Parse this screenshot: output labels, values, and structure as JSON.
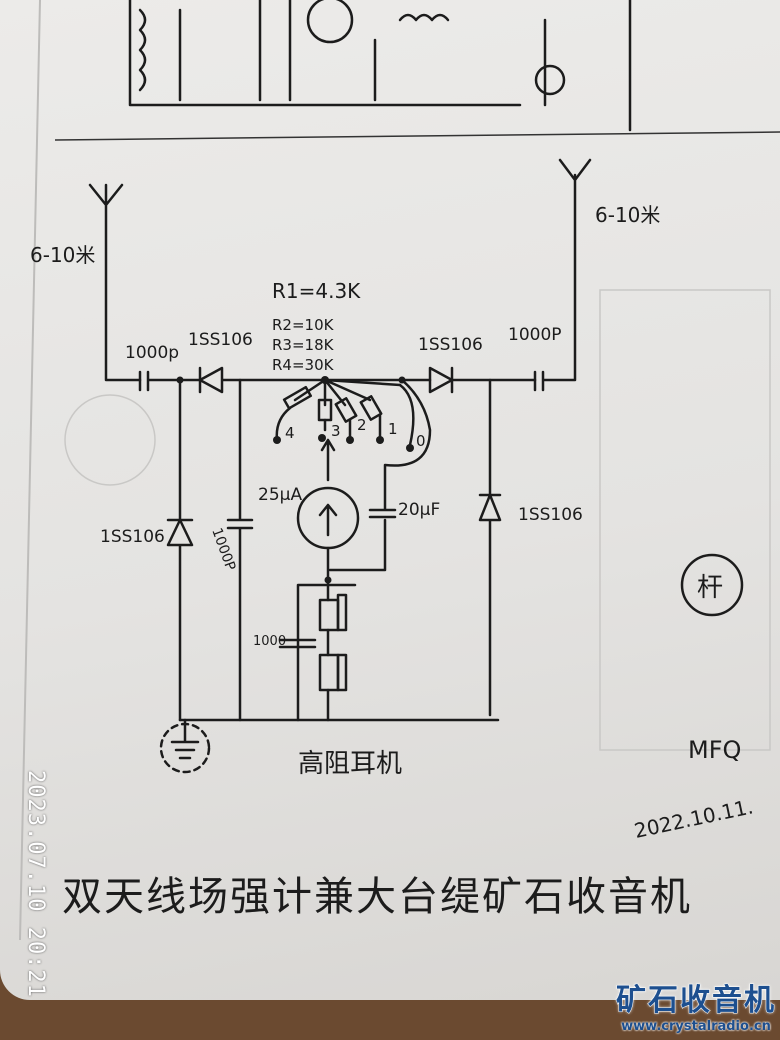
{
  "diagram": {
    "antenna_left_length": "6-10米",
    "antenna_right_length": "6-10米",
    "cap_left": "1000p",
    "cap_right": "1000P",
    "diode_top_left": "1SS106",
    "diode_top_right": "1SS106",
    "diode_left_vertical": "1SS106",
    "diode_right_vertical": "1SS106",
    "cap_vertical": "1000P",
    "resistors": [
      "R1=4.3K",
      "R2=10K",
      "R3=18K",
      "R4=30K"
    ],
    "switch_positions": [
      "4",
      "3",
      "2",
      "1",
      "0"
    ],
    "meter": "25μA",
    "meter_cap": "20μF",
    "headphone_cap": "1000",
    "headphone_label": "高阻耳机",
    "author": "MFQ",
    "date": "2022.10.11.",
    "title": "双天线场强计兼大台缇矿石收音机",
    "seal": "杆"
  },
  "overlay": {
    "timestamp": "2023.07.10  20:21",
    "logo_cn": "矿石收音机",
    "logo_url": "www.crystalradio.cn"
  }
}
